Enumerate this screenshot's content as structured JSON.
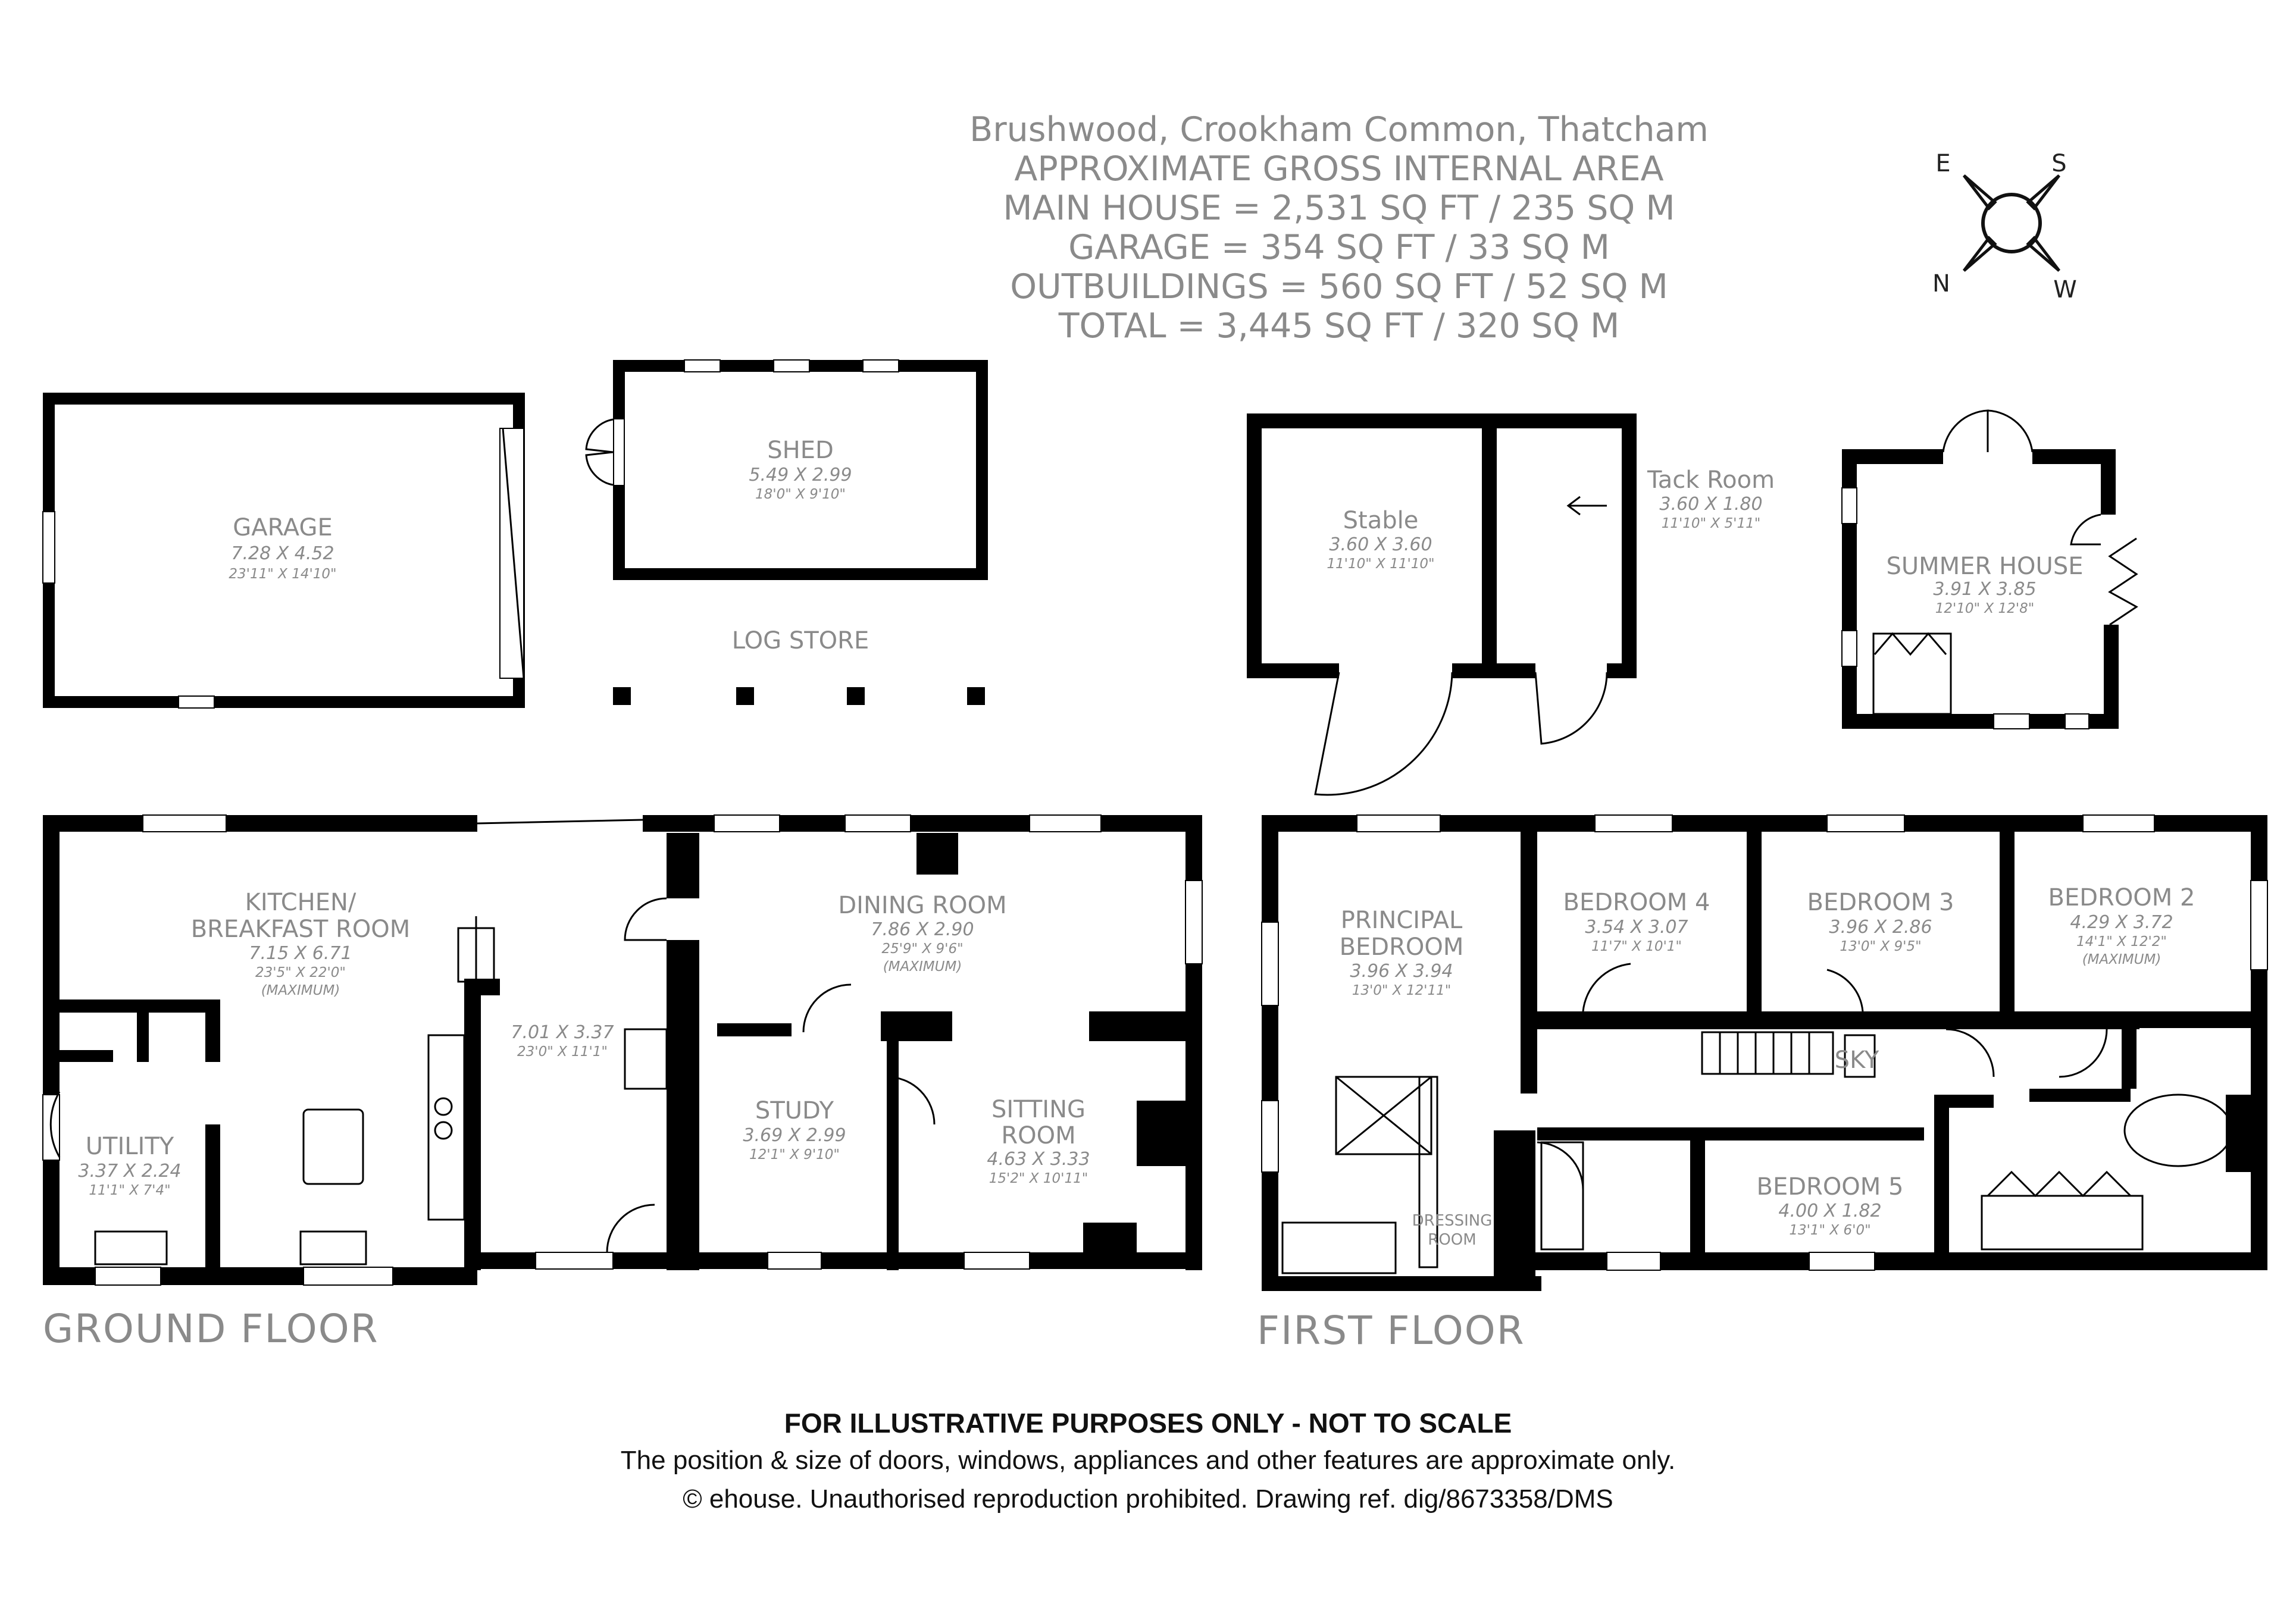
{
  "header": {
    "address": "Brushwood, Crookham Common, Thatcham",
    "area_title": "APPROXIMATE GROSS INTERNAL AREA",
    "main_house": "MAIN HOUSE = 2,531 SQ FT / 235 SQ M",
    "garage": "GARAGE = 354 SQ FT / 33 SQ M",
    "outbuildings": "OUTBUILDINGS = 560 SQ FT / 52 SQ M",
    "total": "TOTAL = 3,445 SQ FT / 320 SQ M"
  },
  "compass": {
    "e": "E",
    "s": "S",
    "n": "N",
    "w": "W"
  },
  "floors": {
    "ground": "GROUND FLOOR",
    "first": "FIRST FLOOR"
  },
  "rooms": {
    "garage": {
      "name": "GARAGE",
      "metric": "7.28 X 4.52",
      "imperial": "23'11\" X 14'10\""
    },
    "shed": {
      "name": "SHED",
      "metric": "5.49 X 2.99",
      "imperial": "18'0\" X 9'10\""
    },
    "log_store": {
      "name": "LOG STORE"
    },
    "stable": {
      "name": "Stable",
      "metric": "3.60 X 3.60",
      "imperial": "11'10\" X 11'10\""
    },
    "tack_room": {
      "name": "Tack Room",
      "metric": "3.60 X 1.80",
      "imperial": "11'10\" X 5'11\""
    },
    "summer_house": {
      "name": "SUMMER HOUSE",
      "metric": "3.91 X 3.85",
      "imperial": "12'10\" X 12'8\""
    },
    "kitchen": {
      "name1": "KITCHEN/",
      "name2": "BREAKFAST ROOM",
      "metric": "7.15 X 6.71",
      "imperial": "23'5\" X 22'0\"",
      "note": "(MAXIMUM)"
    },
    "utility": {
      "name": "UTILITY",
      "metric": "3.37 X 2.24",
      "imperial": "11'1\" X 7'4\""
    },
    "hall": {
      "metric": "7.01 X 3.37",
      "imperial": "23'0\" X 11'1\""
    },
    "dining": {
      "name": "DINING ROOM",
      "metric": "7.86 X 2.90",
      "imperial": "25'9\" X 9'6\"",
      "note": "(MAXIMUM)"
    },
    "study": {
      "name": "STUDY",
      "metric": "3.69 X 2.99",
      "imperial": "12'1\" X 9'10\""
    },
    "sitting": {
      "name1": "SITTING",
      "name2": "ROOM",
      "metric": "4.63 X 3.33",
      "imperial": "15'2\" X 10'11\""
    },
    "principal": {
      "name1": "PRINCIPAL",
      "name2": "BEDROOM",
      "metric": "3.96 X 3.94",
      "imperial": "13'0\" X 12'11\""
    },
    "dressing": {
      "name1": "DRESSING",
      "name2": "ROOM"
    },
    "bed4": {
      "name": "BEDROOM 4",
      "metric": "3.54 X 3.07",
      "imperial": "11'7\" X 10'1\""
    },
    "bed3": {
      "name": "BEDROOM 3",
      "metric": "3.96 X 2.86",
      "imperial": "13'0\" X 9'5\""
    },
    "bed2": {
      "name": "BEDROOM 2",
      "metric": "4.29 X 3.72",
      "imperial": "14'1\" X 12'2\"",
      "note": "(MAXIMUM)"
    },
    "bed5": {
      "name": "BEDROOM 5",
      "metric": "4.00 X 1.82",
      "imperial": "13'1\" X 6'0\""
    },
    "sky": {
      "name": "SKY"
    }
  },
  "footer": {
    "line1": "FOR ILLUSTRATIVE PURPOSES ONLY - NOT TO SCALE",
    "line2": "The position & size of doors, windows, appliances and other features are approximate only.",
    "line3": "© ehouse. Unauthorised reproduction prohibited. Drawing ref. dig/8673358/DMS"
  }
}
